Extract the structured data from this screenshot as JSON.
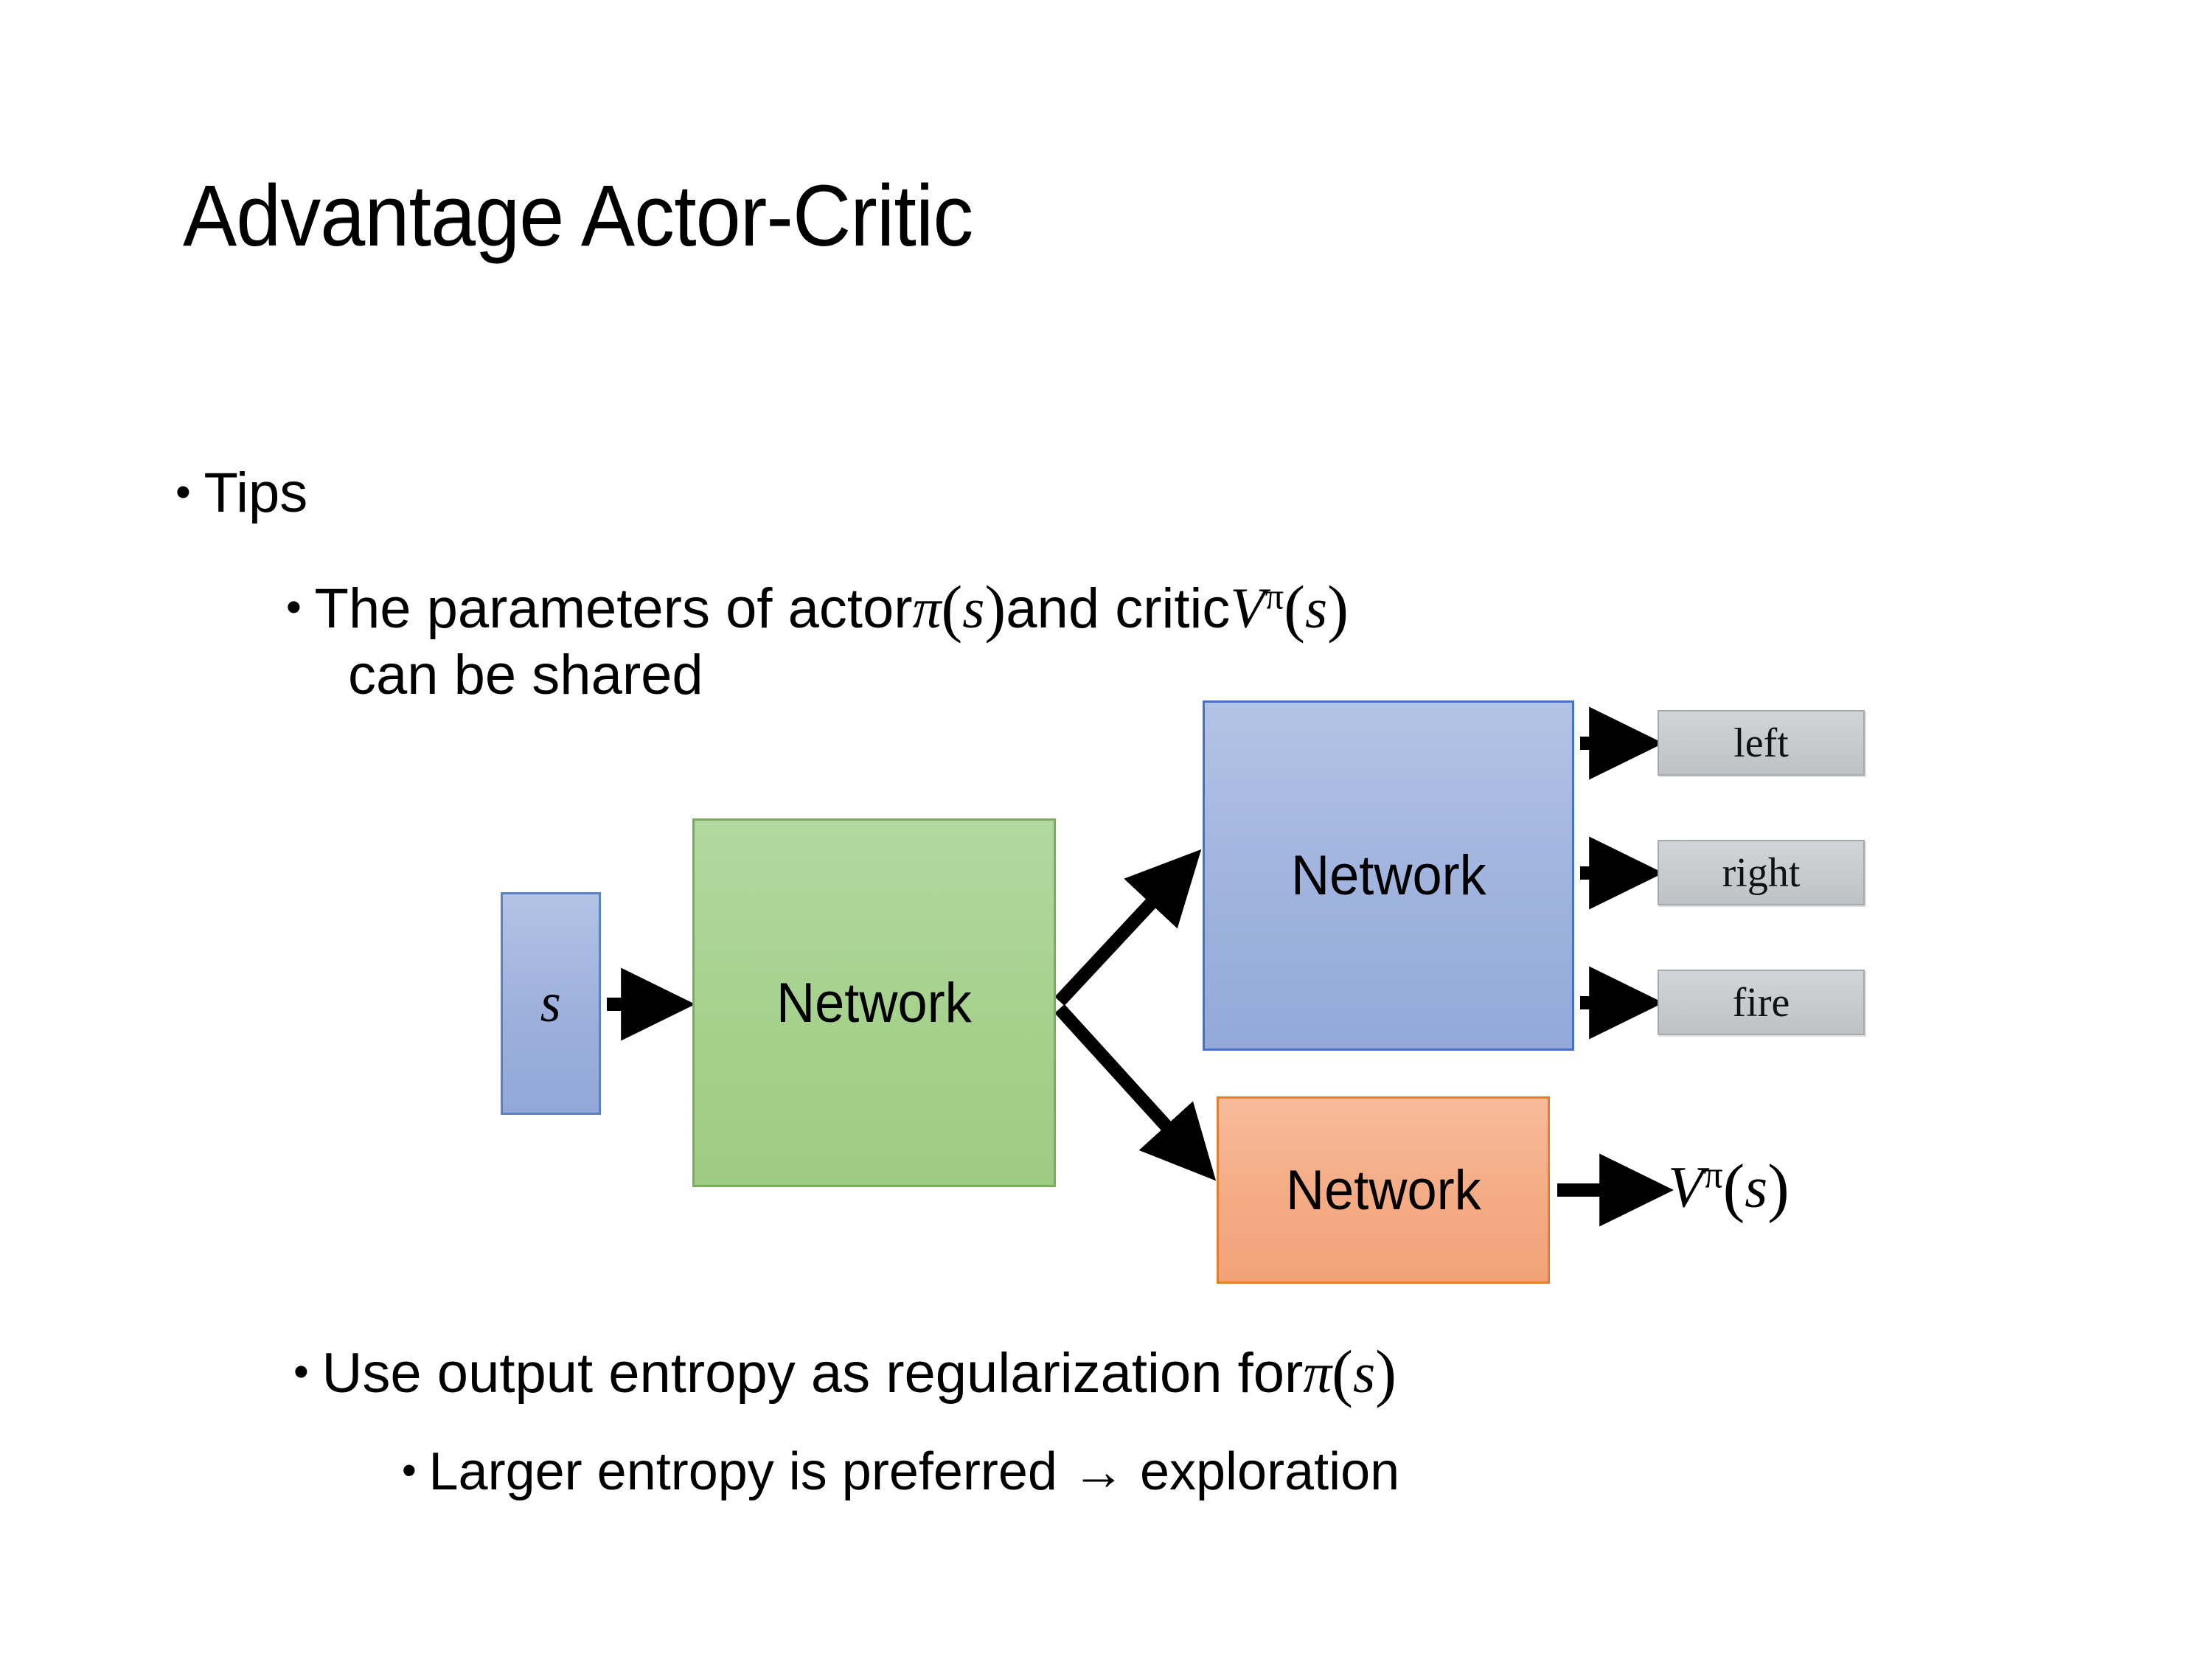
{
  "slide": {
    "title": "Advantage Actor-Critic",
    "background_color": "#ffffff"
  },
  "bullets": {
    "tips": {
      "marker": "•",
      "text": "Tips"
    },
    "params_line1_pre": "The parameters of actor ",
    "params_line1_pi": "π",
    "params_line1_mid": "  and critic ",
    "params_line1_V": "V",
    "params_line1_Vsup": "π",
    "params_line2": "can be shared",
    "entropy_pre": "Use output entropy as regularization for ",
    "entropy_pi": "π",
    "larger": "Larger entropy is preferred → exploration",
    "marker_l2": "•",
    "marker_l3": "•",
    "paren_open": "(",
    "paren_close": ")",
    "var_s": "s"
  },
  "diagram": {
    "input_box": {
      "label": "s",
      "fill": "#9db0dc",
      "border": "#5b83c4"
    },
    "shared_network": {
      "label": "Network",
      "fill": "#a6d18d",
      "border": "#7aad5a"
    },
    "actor_network": {
      "label": "Network",
      "fill": "#9fb3de",
      "border": "#4472c4"
    },
    "critic_network": {
      "label": "Network",
      "fill": "#f4ab84",
      "border": "#e08030"
    },
    "actions": [
      {
        "label": "left",
        "fill": "#c7cacc",
        "border": "#a6aaad"
      },
      {
        "label": "right",
        "fill": "#c7cacc",
        "border": "#a6aaad"
      },
      {
        "label": "fire",
        "fill": "#c7cacc",
        "border": "#a6aaad"
      }
    ],
    "critic_output": {
      "base": "V",
      "superscript": "π",
      "paren_open": "(",
      "arg": "s",
      "paren_close": ")"
    },
    "arrow_color": "#000000"
  }
}
